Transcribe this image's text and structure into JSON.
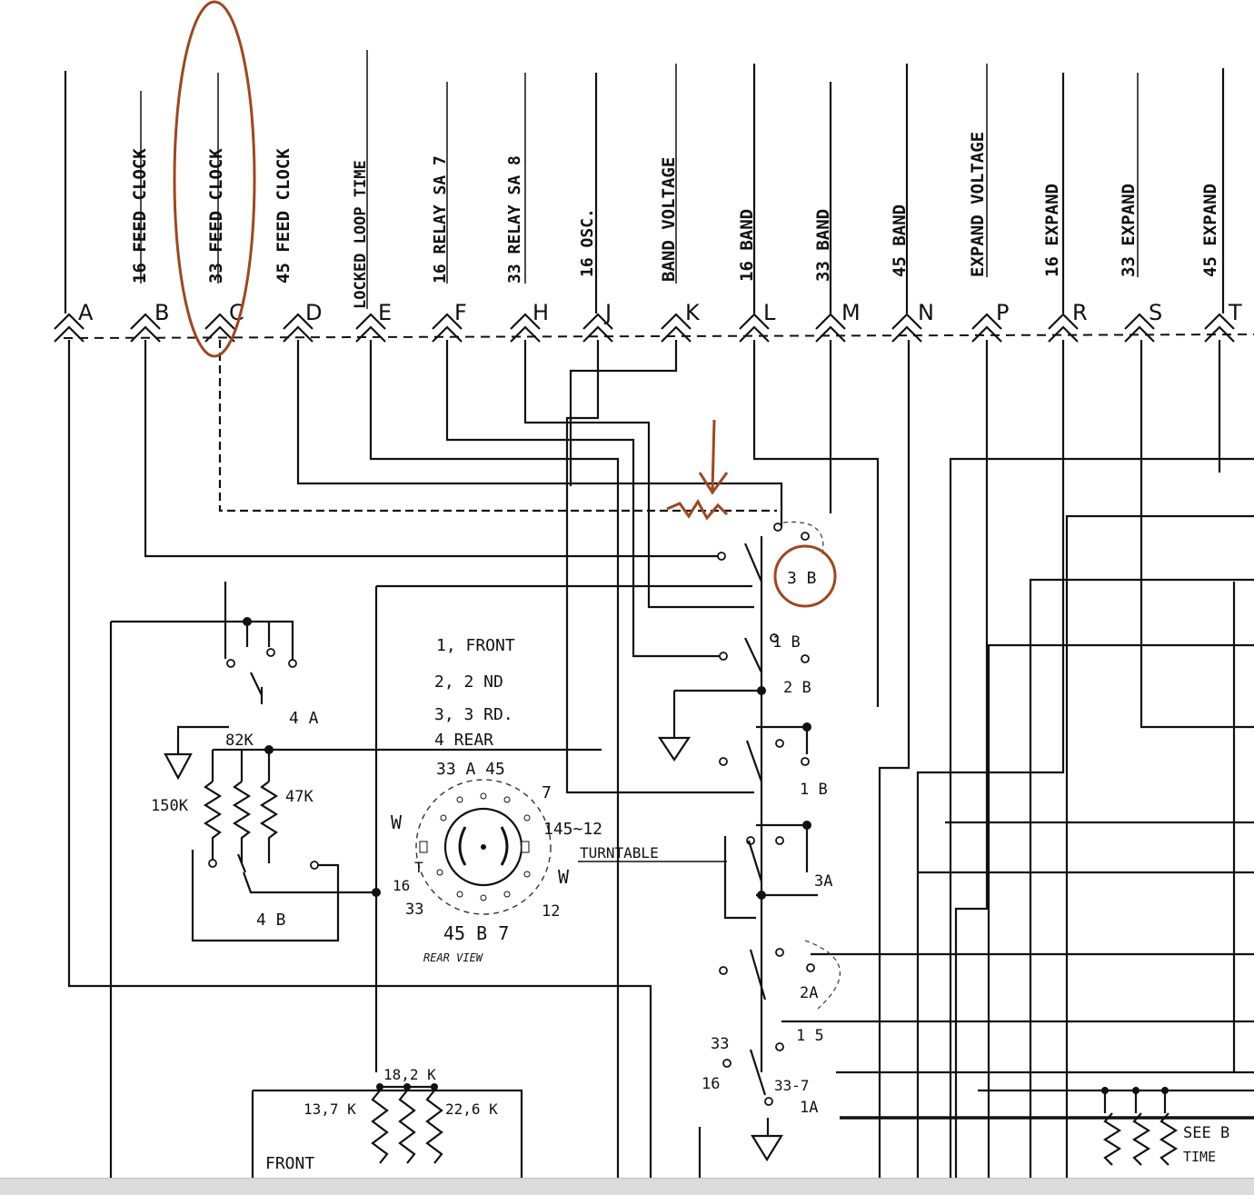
{
  "connector_labels": [
    "16 FEED CLOCK",
    "33 FEED CLOCK",
    "45  FEED CLOCK",
    "LOCKED LOOP TIME",
    "16  RELAY  SA 7",
    "33 RELAY  SA 8",
    "16 OSC.",
    "BAND VOLTAGE",
    "16 BAND",
    "33 BAND",
    "45 BAND",
    "EXPAND VOLTAGE",
    "16 EXPAND",
    "33 EXPAND",
    "45 EXPAND"
  ],
  "pin_letters": [
    "A",
    "B",
    "C",
    "D",
    "E",
    "F",
    "H",
    "J",
    "K",
    "L",
    "M",
    "N",
    "P",
    "R",
    "S",
    "T"
  ],
  "switch_contacts": {
    "c3b": "3 B",
    "c1b_upper": "1 B",
    "c2b": "2 B",
    "c1b": "1 B",
    "c3a": "3A",
    "c2a": "2A",
    "c1a": "1A",
    "c15": "1 5",
    "c33": "33",
    "c16": "16",
    "c337": "33-7"
  },
  "switch_positions": [
    "1, FRONT",
    "2, 2 ND",
    "3, 3 RD.",
    "4  REAR"
  ],
  "selector": {
    "top": "33 A  45",
    "seven": "7",
    "w_left": "W",
    "w_right": "W",
    "t": "T",
    "n145": "145~12",
    "sixteen": "16",
    "twelve": "12",
    "thirtythree": "33",
    "bottom": "45  B  7",
    "caption": "REAR VIEW",
    "turntable": "TURNTABLE"
  },
  "resistors": {
    "r82": "82K",
    "r150": "150K",
    "r47": "47K",
    "r182": "18,2 K",
    "r137": "13,7 K",
    "r226": "22,6 K"
  },
  "relays": {
    "r4a": "4 A",
    "r4b": "4 B"
  },
  "front_label": "FRONT",
  "see_note": [
    "SEE  B",
    "TIME"
  ],
  "annotation_color": "#a0461e"
}
